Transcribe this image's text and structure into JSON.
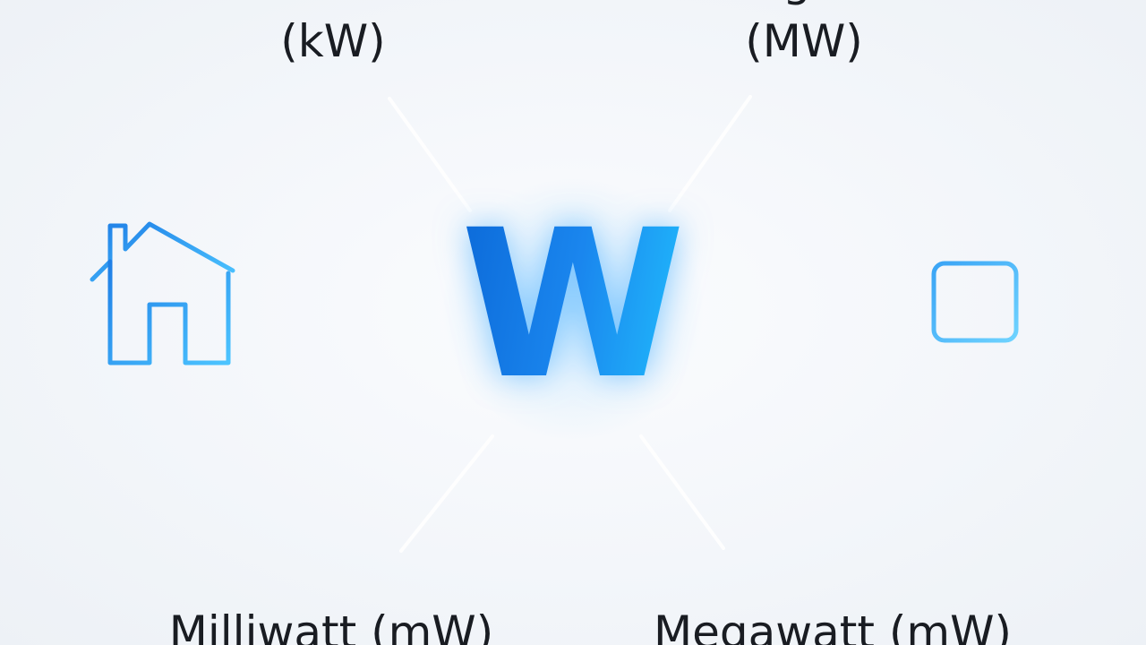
{
  "center": {
    "letter": "W"
  },
  "labels": {
    "top_left": "(kW)",
    "top_right": "(MW)",
    "top_right_fragment": "g",
    "bottom_left": "Milliwatt (mW)",
    "bottom_right": "Megawatt (mW)"
  },
  "icons": {
    "left": "house-icon",
    "right": "chip-icon"
  },
  "colors": {
    "accent_dark": "#0a66d6",
    "accent_light": "#22c6ff",
    "background": "#f3f6fa",
    "text": "#191c22"
  }
}
